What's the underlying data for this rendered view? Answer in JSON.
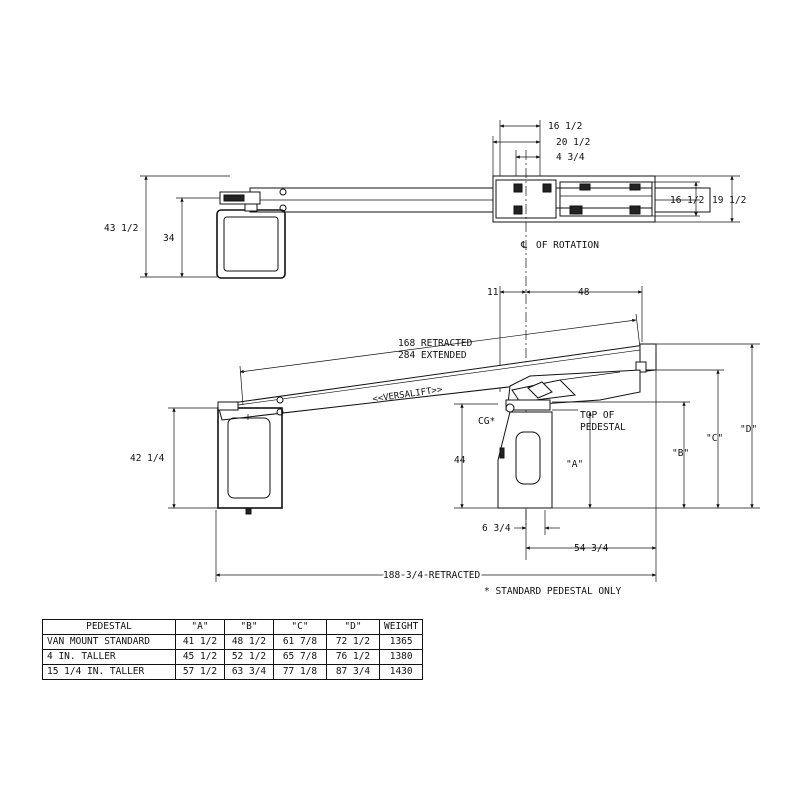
{
  "top_view": {
    "dim_16_1_2_top": "16 1/2",
    "dim_20_1_2": "20 1/2",
    "dim_4_3_4": "4 3/4",
    "dim_16_1_2_right": "16 1/2",
    "dim_19_1_2": "19 1/2",
    "dim_43_1_2": "43 1/2",
    "dim_34": "34",
    "centerline_label": "OF ROTATION"
  },
  "side_view": {
    "dim_11": "11",
    "dim_48": "48",
    "boom_retracted": "168 RETRACTED",
    "boom_extended": "284 EXTENDED",
    "brand": "VERSALIFT",
    "cg_label": "CG*",
    "top_of_pedestal_1": "TOP OF",
    "top_of_pedestal_2": "PEDESTAL",
    "dim_42_1_4": "42 1/4",
    "dim_44": "44",
    "label_a": "\"A\"",
    "label_b": "\"B\"",
    "label_c": "\"C\"",
    "label_d": "\"D\"",
    "dim_6_3_4": "6 3/4",
    "dim_54_3_4": "54 3/4",
    "overall_retracted": "188 3/4 RETRACTED",
    "footnote": "* STANDARD PEDESTAL ONLY"
  },
  "table": {
    "headers": [
      "PEDESTAL",
      "\"A\"",
      "\"B\"",
      "\"C\"",
      "\"D\"",
      "WEIGHT"
    ],
    "rows": [
      [
        "VAN MOUNT STANDARD",
        "41 1/2",
        "48 1/2",
        "61 7/8",
        "72 1/2",
        "1365"
      ],
      [
        "4 IN. TALLER",
        "45 1/2",
        "52 1/2",
        "65 7/8",
        "76 1/2",
        "1380"
      ],
      [
        "15 1/4 IN. TALLER",
        "57 1/2",
        "63 3/4",
        "77 1/8",
        "87 3/4",
        "1430"
      ]
    ]
  }
}
